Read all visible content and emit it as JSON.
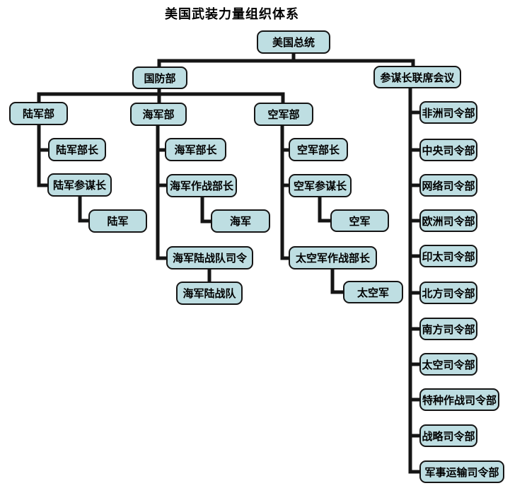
{
  "title": "美国武装力量组织体系",
  "colors": {
    "box_fill": "#bedee2",
    "box_border": "#151515",
    "line": "#151515",
    "text": "#000000",
    "background": "#ffffff"
  },
  "nodes": {
    "president": "美国总统",
    "defense_dept": "国防部",
    "joint_chiefs": "参谋长联席会议",
    "army_dept": "陆军部",
    "navy_dept": "海军部",
    "air_force_dept": "空军部",
    "army_secretary": "陆军部长",
    "army_chief_of_staff": "陆军参谋长",
    "army": "陆军",
    "navy_secretary": "海军部长",
    "chief_of_naval_operations": "海军作战部长",
    "navy": "海军",
    "marine_corps_commandant": "海军陆战队司令",
    "marine_corps": "海军陆战队",
    "air_force_secretary": "空军部长",
    "air_force_chief_of_staff": "空军参谋长",
    "air_force": "空军",
    "space_force_chief": "太空军作战部长",
    "space_force": "太空军",
    "commands": [
      "非洲司令部",
      "中央司令部",
      "网络司令部",
      "欧洲司令部",
      "印太司令部",
      "北方司令部",
      "南方司令部",
      "太空司令部",
      "特种作战司令部",
      "战略司令部",
      "军事运输司令部"
    ]
  }
}
